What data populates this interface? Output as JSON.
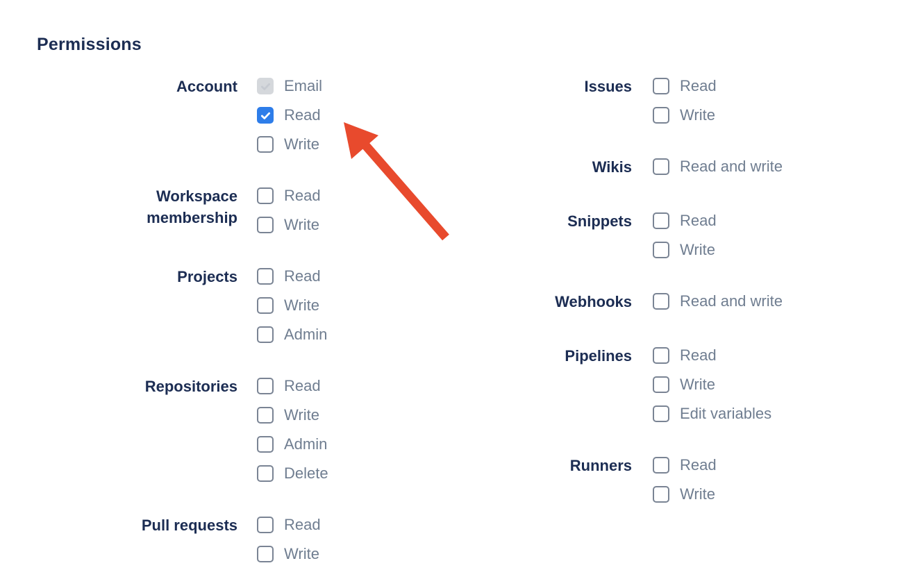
{
  "title": "Permissions",
  "colors": {
    "heading_navy": "#1C2D53",
    "option_slate": "#6F7D90",
    "checkbox_checked_blue": "#2E7DE9",
    "checkbox_border_grey": "#7A8494",
    "checkbox_disabled_bg": "#D5D8DC",
    "checkbox_disabled_check": "#C6CAD1",
    "arrow_red": "#E84A2D"
  },
  "annotations": {
    "arrow": {
      "shape": "arrow",
      "color": "#E84A2D",
      "points_at": "account-read-checkbox"
    }
  },
  "columns": [
    {
      "side": "left",
      "groups": [
        {
          "label": "Account",
          "options": [
            {
              "label": "Email",
              "state": "disabled-checked"
            },
            {
              "label": "Read",
              "state": "checked"
            },
            {
              "label": "Write",
              "state": "unchecked"
            }
          ]
        },
        {
          "label": "Workspace membership",
          "options": [
            {
              "label": "Read",
              "state": "unchecked"
            },
            {
              "label": "Write",
              "state": "unchecked"
            }
          ]
        },
        {
          "label": "Projects",
          "options": [
            {
              "label": "Read",
              "state": "unchecked"
            },
            {
              "label": "Write",
              "state": "unchecked"
            },
            {
              "label": "Admin",
              "state": "unchecked"
            }
          ]
        },
        {
          "label": "Repositories",
          "options": [
            {
              "label": "Read",
              "state": "unchecked"
            },
            {
              "label": "Write",
              "state": "unchecked"
            },
            {
              "label": "Admin",
              "state": "unchecked"
            },
            {
              "label": "Delete",
              "state": "unchecked"
            }
          ]
        },
        {
          "label": "Pull requests",
          "options": [
            {
              "label": "Read",
              "state": "unchecked"
            },
            {
              "label": "Write",
              "state": "unchecked"
            }
          ]
        }
      ]
    },
    {
      "side": "right",
      "groups": [
        {
          "label": "Issues",
          "options": [
            {
              "label": "Read",
              "state": "unchecked"
            },
            {
              "label": "Write",
              "state": "unchecked"
            }
          ]
        },
        {
          "label": "Wikis",
          "options": [
            {
              "label": "Read and write",
              "state": "unchecked"
            }
          ]
        },
        {
          "label": "Snippets",
          "options": [
            {
              "label": "Read",
              "state": "unchecked"
            },
            {
              "label": "Write",
              "state": "unchecked"
            }
          ]
        },
        {
          "label": "Webhooks",
          "options": [
            {
              "label": "Read and write",
              "state": "unchecked"
            }
          ]
        },
        {
          "label": "Pipelines",
          "options": [
            {
              "label": "Read",
              "state": "unchecked"
            },
            {
              "label": "Write",
              "state": "unchecked"
            },
            {
              "label": "Edit variables",
              "state": "unchecked"
            }
          ]
        },
        {
          "label": "Runners",
          "options": [
            {
              "label": "Read",
              "state": "unchecked"
            },
            {
              "label": "Write",
              "state": "unchecked"
            }
          ]
        }
      ]
    }
  ]
}
